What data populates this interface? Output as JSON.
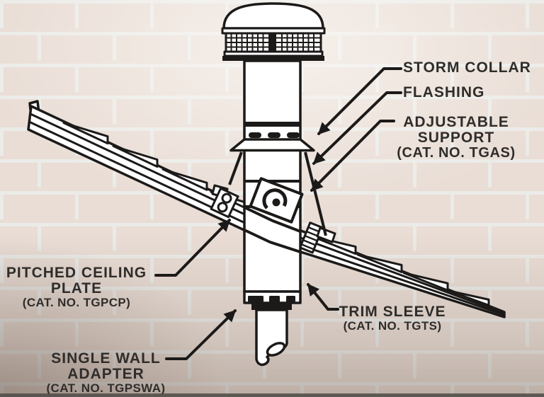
{
  "diagram_title": "chimney-vent-pipe-pitched-roof-installation",
  "labels": {
    "storm_collar": {
      "text": "STORM COLLAR"
    },
    "flashing": {
      "text": "FLASHING"
    },
    "adjustable_support": {
      "line1": "ADJUSTABLE",
      "line2": "SUPPORT",
      "cat_no": "(CAT. NO. TGAS)"
    },
    "pitched_ceiling_plate": {
      "line1": "PITCHED CEILING",
      "line2": "PLATE",
      "cat_no": "(CAT. NO. TGPCP)"
    },
    "single_wall_adapter": {
      "line1": "SINGLE WALL",
      "line2": "ADAPTER",
      "cat_no": "(CAT. NO. TGPSWA)"
    },
    "trim_sleeve": {
      "line1": "TRIM SLEEVE",
      "cat_no": "(CAT. NO. TGTS)"
    }
  },
  "colors": {
    "line": "#1c1a19",
    "text": "#2f2d2b",
    "part_fill": "#ffffff",
    "brick": "#e9ddd5",
    "mortar": "#ebebe8",
    "bottom_strip": "#4d4a47"
  }
}
